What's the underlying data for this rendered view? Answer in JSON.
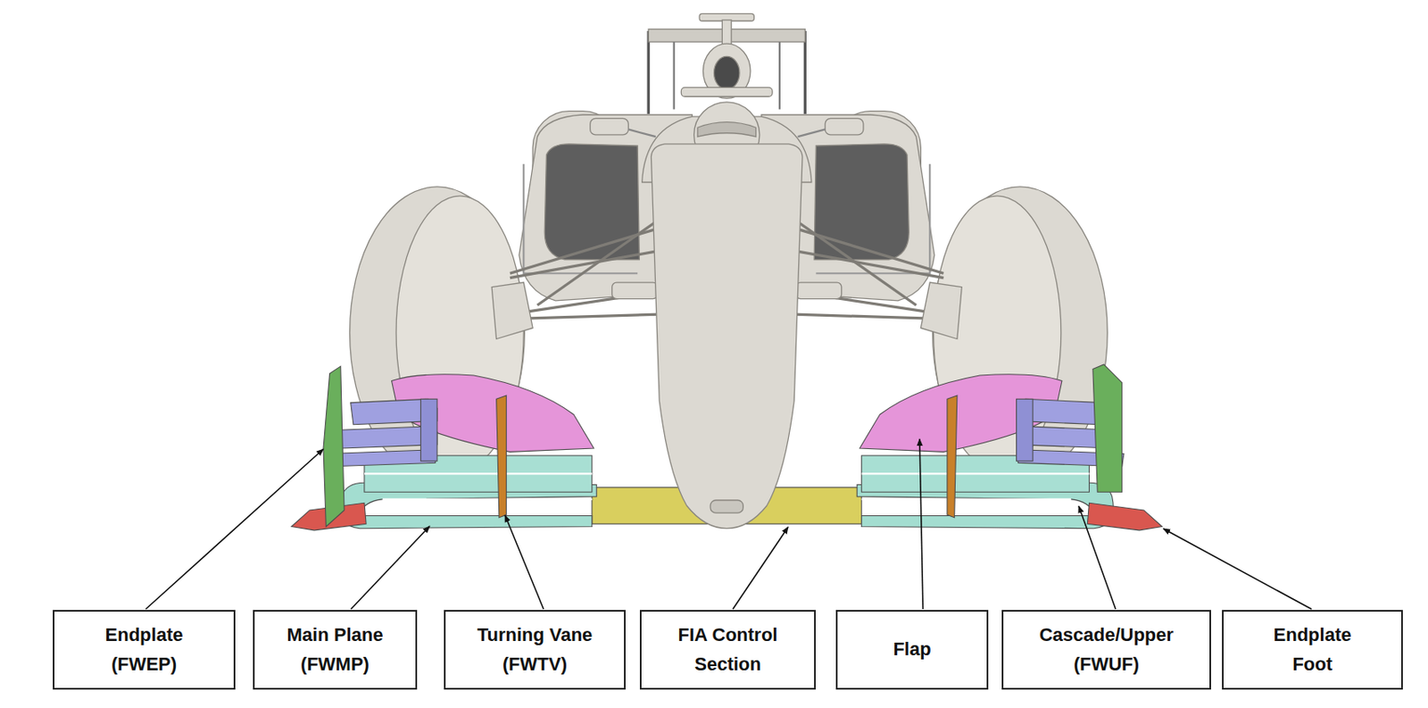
{
  "diagram": {
    "nodes": [
      {
        "text": [
          "Endplate (FWEP)"
        ]
      },
      {
        "text": [
          "Main Plane (FWMP)"
        ]
      },
      {
        "text": [
          "Turning Vane (FWTV)"
        ]
      },
      {
        "text": [
          "FIA Control Section"
        ]
      },
      {
        "text": [
          "Flap"
        ]
      },
      {
        "text": [
          "Cascade/Upper (FWUF)"
        ]
      },
      {
        "text": [
          "Endplate Foot"
        ]
      }
    ]
  }
}
